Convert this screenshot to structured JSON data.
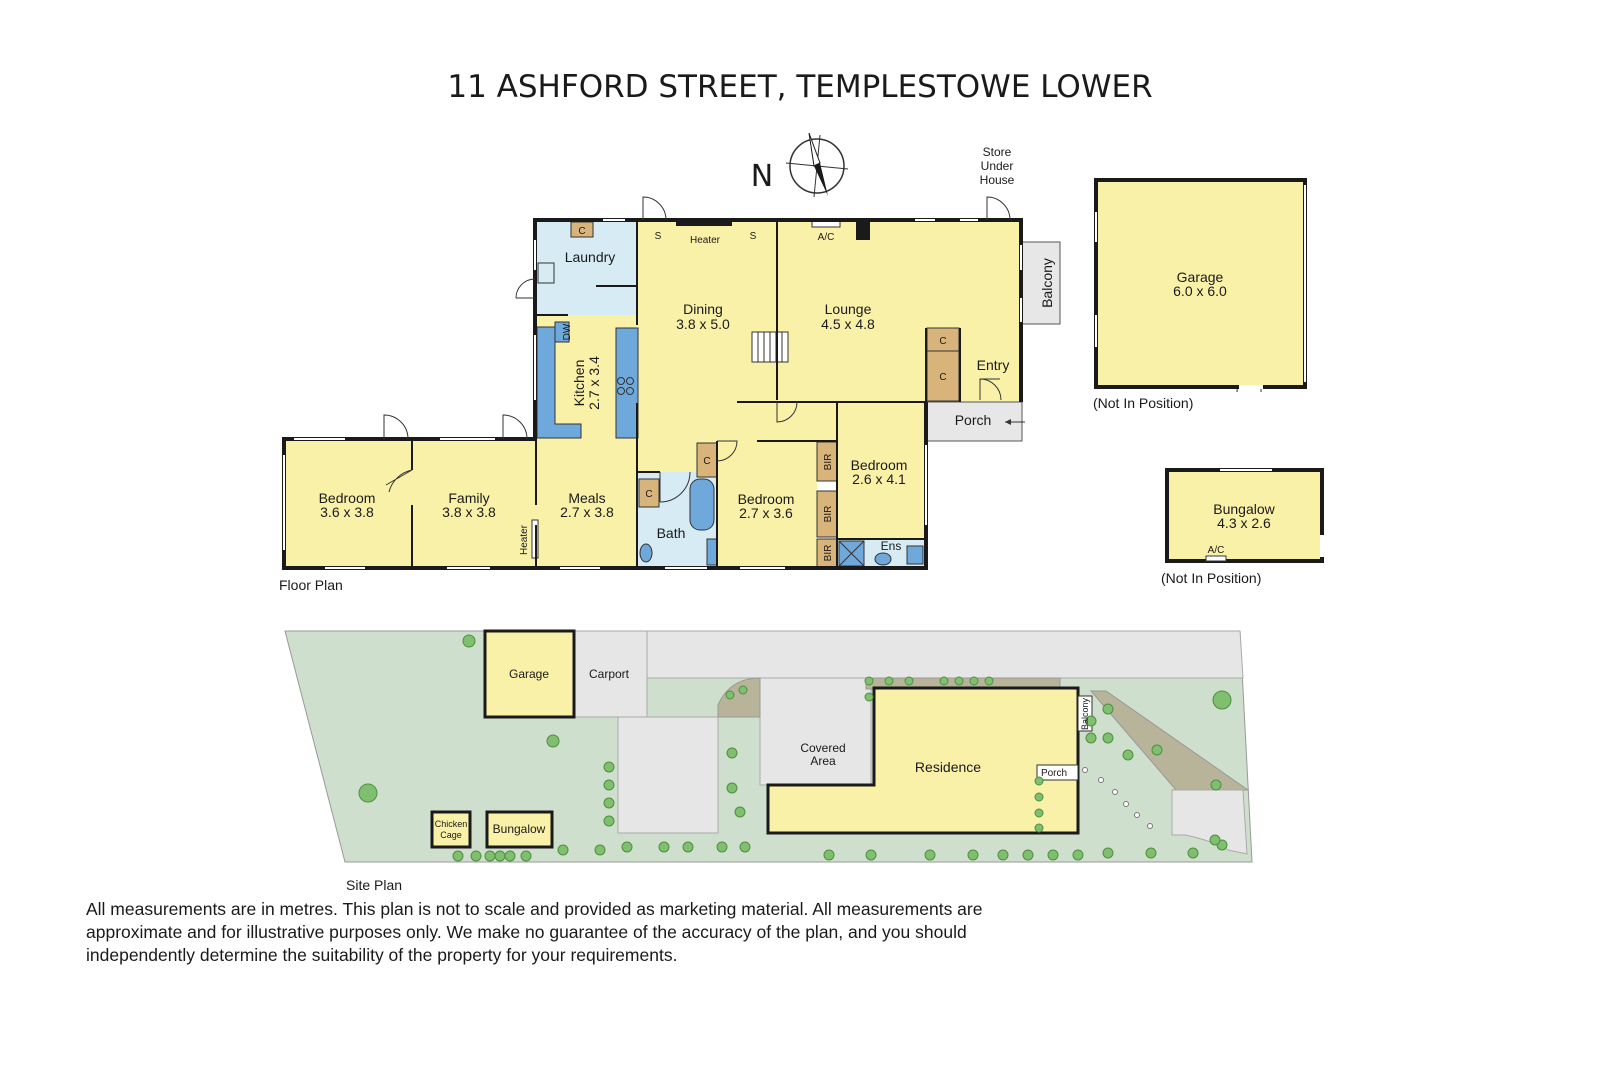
{
  "title": "11 ASHFORD STREET, TEMPLESTOWE LOWER",
  "compass": "N",
  "floor_plan": {
    "caption": "Floor Plan",
    "rooms": {
      "laundry": "Laundry",
      "dining": "Dining",
      "dining_size": "3.8 x 5.0",
      "lounge": "Lounge",
      "lounge_size": "4.5 x 4.8",
      "kitchen": "Kitchen",
      "kitchen_size": "2.7 x 3.4",
      "entry": "Entry",
      "porch": "Porch",
      "balcony": "Balcony",
      "bedroom1": "Bedroom",
      "bedroom1_size": "3.6 x 3.8",
      "family": "Family",
      "family_size": "3.8 x 3.8",
      "meals": "Meals",
      "meals_size": "2.7 x 3.8",
      "bath": "Bath",
      "bedroom2": "Bedroom",
      "bedroom2_size": "2.7 x 3.6",
      "bedroom3": "Bedroom",
      "bedroom3_size": "2.6 x 4.1",
      "ens": "Ens"
    },
    "fixtures": {
      "heater": "Heater",
      "heater2": "Heater",
      "ac": "A/C",
      "s": "S",
      "c": "C",
      "dw": "DW",
      "bir": "BIR"
    },
    "store": [
      "Store",
      "Under",
      "House"
    ]
  },
  "outbuildings": {
    "garage": "Garage",
    "garage_size": "6.0 x 6.0",
    "garage_note": "(Not In Position)",
    "bungalow": "Bungalow",
    "bungalow_size": "4.3 x 2.6",
    "bungalow_ac": "A/C",
    "bungalow_note": "(Not In Position)"
  },
  "site_plan": {
    "caption": "Site Plan",
    "garage": "Garage",
    "carport": "Carport",
    "covered_area": [
      "Covered",
      "Area"
    ],
    "residence": "Residence",
    "balcony": "Balcony",
    "porch": "Porch",
    "chicken_cage": [
      "Chicken",
      "Cage"
    ],
    "bungalow": "Bungalow"
  },
  "disclaimer": "All measurements are in metres. This plan is not to scale and provided as marketing material. All measurements are approximate and for illustrative purposes only. We make no guarantee of the accuracy of the plan, and you should independently determine the suitability of the property for your requirements.",
  "colors": {
    "room_fill": "#faf1a9",
    "wet_fill": "#d6ebf3",
    "porch_fill": "#e7e7e7",
    "cabinet_fill": "#d9b47a",
    "bench_fill": "#6fa9dc",
    "lawn_fill": "#cfdfcd",
    "driveway_fill": "#e6e6e6",
    "shrub_fill": "#7fbf6f",
    "wall": "#1a1a1a"
  }
}
